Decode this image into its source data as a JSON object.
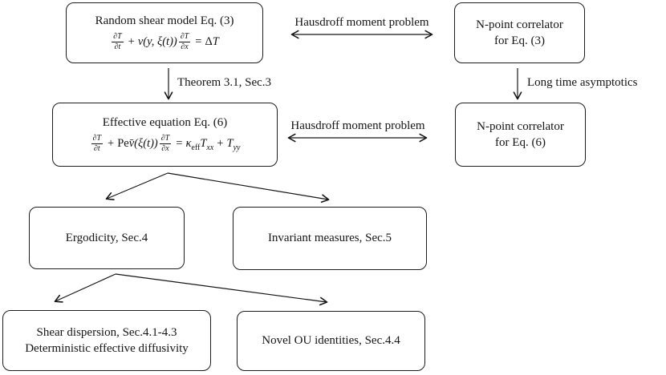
{
  "diagram": {
    "colors": {
      "background": "#ffffff",
      "box_border": "#1c1c1c",
      "line": "#161616",
      "text": "#151515"
    },
    "boxes": {
      "random_shear": {
        "title": "Random shear model Eq. (3)",
        "eq": {
          "f1n": "∂T",
          "f1d": "∂t",
          "plus": "+",
          "v": "v(y, ξ(t))",
          "f2n": "∂T",
          "f2d": "∂x",
          "equals": "=",
          "delta": "Δ",
          "T": "T"
        }
      },
      "npoint3": {
        "line1": "N-point correlator",
        "line2": "for Eq. (3)"
      },
      "effective": {
        "title": "Effective equation Eq. (6)",
        "eq": {
          "f1n": "∂T",
          "f1d": "∂t",
          "plus": "+",
          "pe": "Pe",
          "vbar": "v̄(ξ(t))",
          "f2n": "∂T",
          "f2d": "∂x",
          "equals": "=",
          "kappa": "κ",
          "kappa_sub": "eff",
          "T1": "T",
          "T1_sub": "xx",
          "plus2": "+",
          "T2": "T",
          "T2_sub": "yy"
        }
      },
      "npoint6": {
        "line1": "N-point correlator",
        "line2": "for Eq. (6)"
      },
      "ergodicity": {
        "label": "Ergodicity, Sec.4"
      },
      "invariant": {
        "label": "Invariant measures, Sec.5"
      },
      "shear_dispersion": {
        "line1": "Shear dispersion, Sec.4.1-4.3",
        "line2": "Deterministic effective diffusivity"
      },
      "novel_ou": {
        "label": "Novel OU identities, Sec.4.4"
      }
    },
    "edge_labels": {
      "hausdroff_top": "Hausdroff moment problem",
      "hausdroff_mid": "Hausdroff moment problem",
      "theorem": "Theorem 3.1, Sec.3",
      "long_time": "Long time asymptotics"
    }
  }
}
